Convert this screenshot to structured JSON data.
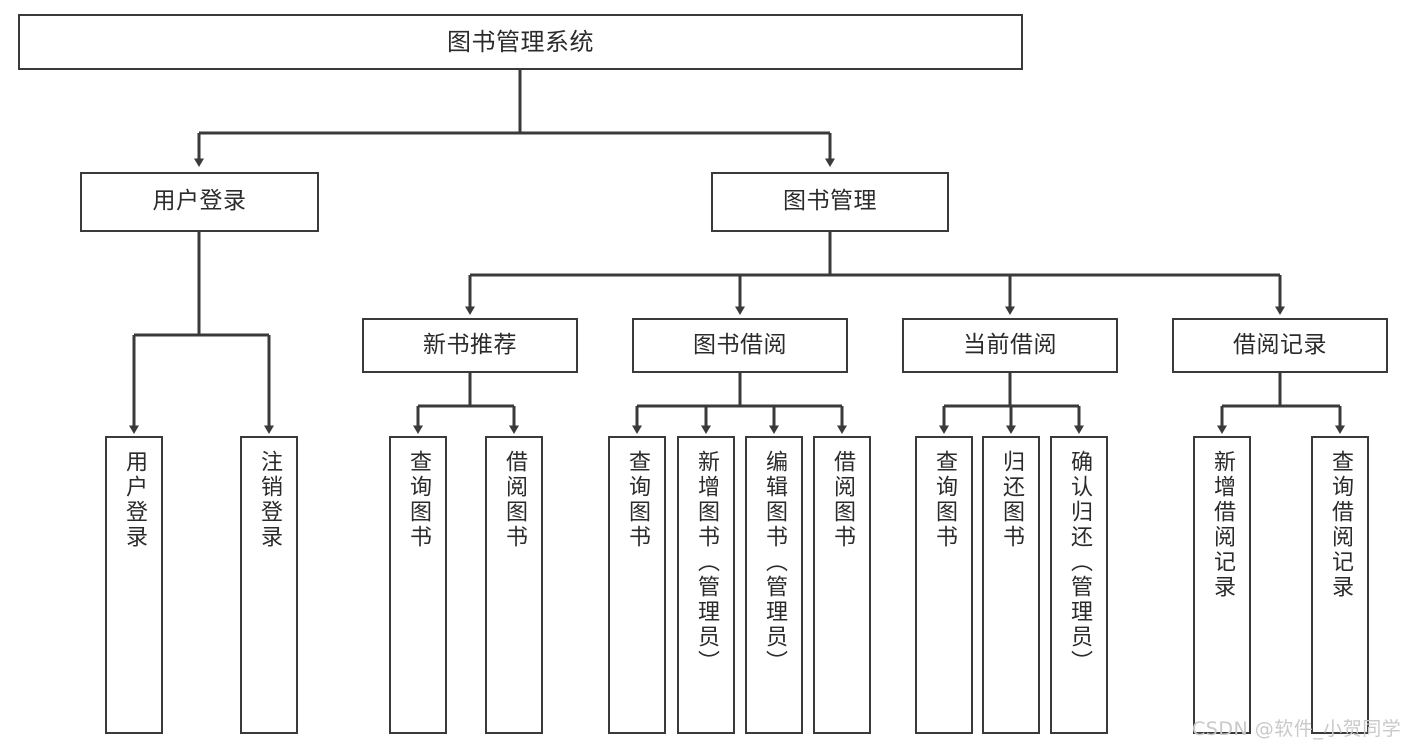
{
  "diagram": {
    "title": "图书管理系统",
    "type": "hierarchy-tree",
    "stroke_color": "#3a3a3a",
    "text_color": "#2b2b2b",
    "background": "#ffffff",
    "nodes": {
      "root": {
        "label": "图书管理系统"
      },
      "level2": [
        {
          "id": "user-login",
          "label": "用户登录"
        },
        {
          "id": "book-management",
          "label": "图书管理"
        }
      ],
      "level3": [
        {
          "id": "new-book-recommend",
          "label": "新书推荐"
        },
        {
          "id": "book-borrow",
          "label": "图书借阅"
        },
        {
          "id": "current-borrow",
          "label": "当前借阅"
        },
        {
          "id": "borrow-record",
          "label": "借阅记录"
        }
      ],
      "leaves": [
        {
          "id": "leaf-user-login",
          "label": "用户登录"
        },
        {
          "id": "leaf-logout",
          "label": "注销登录"
        },
        {
          "id": "leaf-query-book-1",
          "label": "查询图书"
        },
        {
          "id": "leaf-borrow-book-1",
          "label": "借阅图书"
        },
        {
          "id": "leaf-query-book-2",
          "label": "查询图书"
        },
        {
          "id": "leaf-add-book",
          "label": "新增图书（管理员）"
        },
        {
          "id": "leaf-edit-book",
          "label": "编辑图书（管理员）"
        },
        {
          "id": "leaf-borrow-book-2",
          "label": "借阅图书"
        },
        {
          "id": "leaf-query-book-3",
          "label": "查询图书"
        },
        {
          "id": "leaf-return-book",
          "label": "归还图书"
        },
        {
          "id": "leaf-confirm-return",
          "label": "确认归还（管理员）"
        },
        {
          "id": "leaf-add-record",
          "label": "新增借阅记录"
        },
        {
          "id": "leaf-query-record",
          "label": "查询借阅记录"
        }
      ]
    }
  },
  "watermark": {
    "text": "CSDN @软件_小贺同学"
  }
}
